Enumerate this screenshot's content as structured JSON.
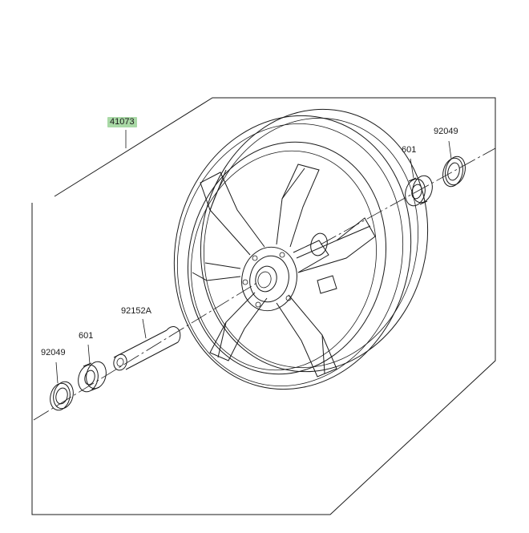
{
  "diagram": {
    "labels": {
      "wheel_assembly": "41073",
      "oil_seal_right": "92049",
      "bearing_right": "601",
      "spacer": "92152A",
      "bearing_left": "601",
      "oil_seal_left": "92049"
    },
    "colors": {
      "line": "#1a1a1a",
      "highlight": "#a9d9a6",
      "background": "#ffffff"
    }
  }
}
